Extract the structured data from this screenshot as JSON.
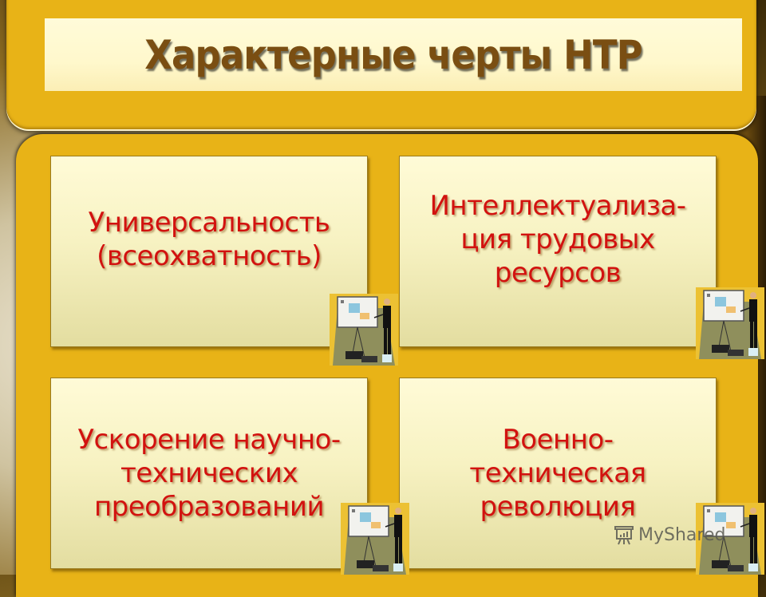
{
  "slide": {
    "title": "Характерные черты НТР",
    "cards": [
      {
        "text": "Универсальность\n(всеохватность)"
      },
      {
        "text": "Интеллектуализа-\nция трудовых\nресурсов"
      },
      {
        "text": "Ускорение научно-\nтехнических\nпреобразований"
      },
      {
        "text": "Военно-\nтехническая\nреволюция"
      }
    ],
    "clipart": "presenter-with-projector-screen-icon",
    "watermark": "MyShared"
  },
  "colors": {
    "panel": "#e8b317",
    "title_text": "#7a4e12",
    "card_text": "#d2120f",
    "card_bg": "#f7f2c2"
  }
}
